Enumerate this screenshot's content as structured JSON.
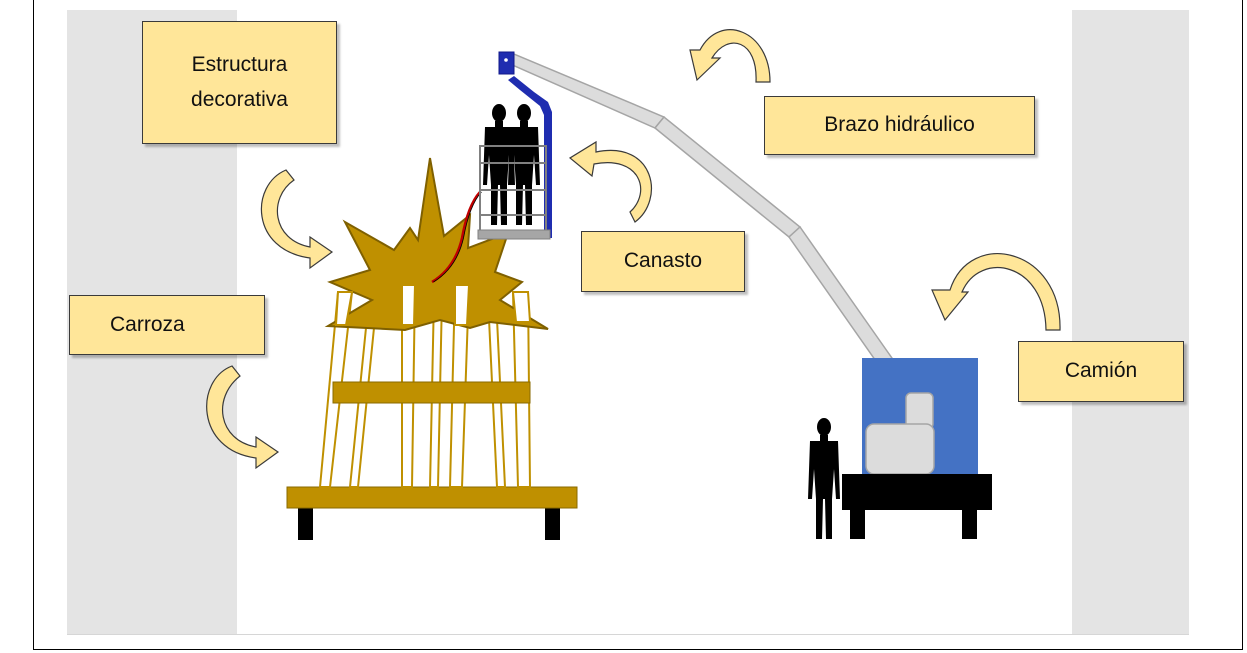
{
  "labels": {
    "estructura": "Estructura\ndecorativa",
    "brazo": "Brazo hidráulico",
    "canasto": "Canasto",
    "carroza": "Carroza",
    "camion": "Camión"
  },
  "colors": {
    "float_gold": "#bf9000",
    "label_fill": "#ffe699",
    "arrow_fill": "#ffe699",
    "arrow_outline": "#3a3a3a",
    "truck_blue": "#4472c4",
    "arm_gray": "#d9d9d9",
    "basket_blue": "#1f2db0",
    "cable_red": "#c00000",
    "silhouette": "#000000",
    "side_panels": "#e4e4e4"
  },
  "icons": [
    "curved-arrow-icon",
    "person-silhouette-icon"
  ]
}
